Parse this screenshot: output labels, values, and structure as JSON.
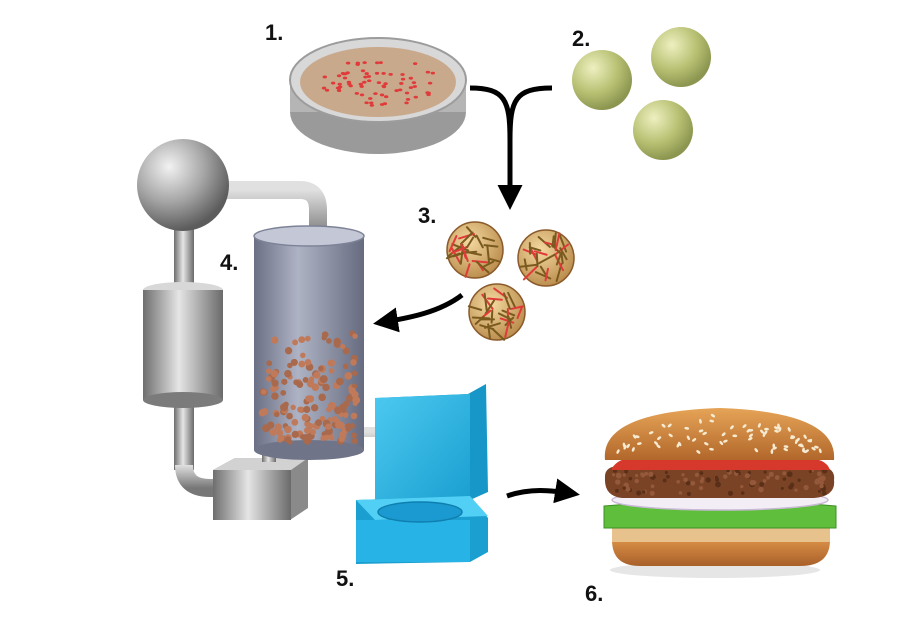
{
  "steps": [
    {
      "label": "1.",
      "depicts": "petri-dish"
    },
    {
      "label": "2.",
      "depicts": "spheres"
    },
    {
      "label": "3.",
      "depicts": "textured-spheres"
    },
    {
      "label": "4.",
      "depicts": "bioreactor"
    },
    {
      "label": "5.",
      "depicts": "mold"
    },
    {
      "label": "6.",
      "depicts": "burger"
    }
  ],
  "colors": {
    "background": "#ffffff",
    "dish_medium": "#c9a98c",
    "dots": "#e03a3a",
    "sphere": "#b7c072",
    "metal": "#a9a9a9",
    "tank": "#8d93a6",
    "particles": "#c07a5a",
    "mold": "#1fb5e6",
    "arrow": "#000000",
    "bun": "#d8873a",
    "lettuce": "#5fbf3c",
    "patty": "#7a4326"
  }
}
